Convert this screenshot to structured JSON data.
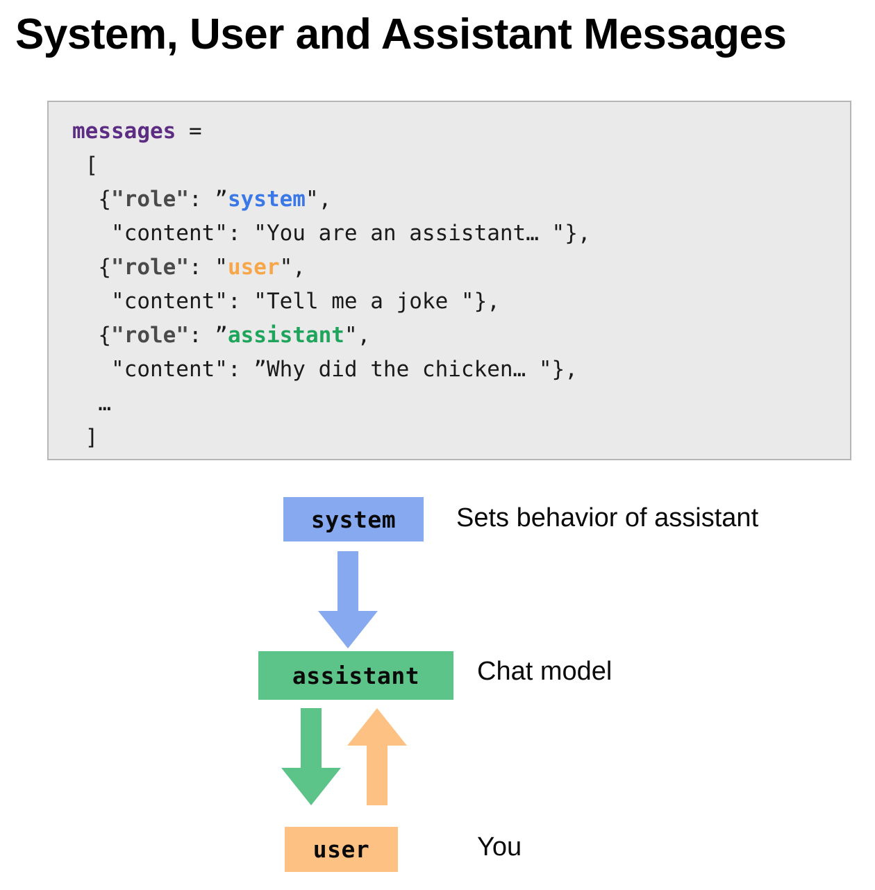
{
  "title": "System, User and Assistant Messages",
  "code": {
    "lines": [
      [
        {
          "t": "messages",
          "c": "var"
        },
        {
          "t": " =",
          "c": "plain"
        }
      ],
      [
        {
          "t": " [",
          "c": "plain"
        }
      ],
      [
        {
          "t": "  {",
          "c": "plain"
        },
        {
          "t": "\"role\"",
          "c": "key"
        },
        {
          "t": ": ”",
          "c": "plain"
        },
        {
          "t": "system",
          "c": "system"
        },
        {
          "t": "\",",
          "c": "plain"
        }
      ],
      [
        {
          "t": "   \"content\": \"You are an assistant… \"},",
          "c": "plain"
        }
      ],
      [
        {
          "t": "  {",
          "c": "plain"
        },
        {
          "t": "\"role\"",
          "c": "key"
        },
        {
          "t": ": \"",
          "c": "plain"
        },
        {
          "t": "user",
          "c": "user"
        },
        {
          "t": "\",",
          "c": "plain"
        }
      ],
      [
        {
          "t": "   \"content\": \"Tell me a joke \"},",
          "c": "plain"
        }
      ],
      [
        {
          "t": "  {",
          "c": "plain"
        },
        {
          "t": "\"role\"",
          "c": "key"
        },
        {
          "t": ": ”",
          "c": "plain"
        },
        {
          "t": "assistant",
          "c": "assistant"
        },
        {
          "t": "\",",
          "c": "plain"
        }
      ],
      [
        {
          "t": "   \"content\": ”Why did the chicken… \"},",
          "c": "plain"
        }
      ],
      [
        {
          "t": "  …",
          "c": "plain"
        }
      ],
      [
        {
          "t": " ]",
          "c": "plain"
        }
      ]
    ]
  },
  "diagram": {
    "boxes": {
      "system": "system",
      "assistant": "assistant",
      "user": "user"
    },
    "labels": {
      "system": "Sets behavior of assistant",
      "assistant": "Chat model",
      "user": "You"
    },
    "colors": {
      "system": "#86a9f0",
      "assistant": "#5cc489",
      "user": "#fcc183",
      "code_background": "#eaeaea",
      "code_border": "#b6b6b6",
      "variable": "#5c2d82",
      "key": "#4a4a4a"
    },
    "arrows": [
      {
        "name": "system-to-assistant",
        "direction": "down",
        "color": "#86a9f0"
      },
      {
        "name": "assistant-to-user",
        "direction": "down",
        "color": "#5cc489"
      },
      {
        "name": "user-to-assistant",
        "direction": "up",
        "color": "#fcc183"
      }
    ]
  }
}
